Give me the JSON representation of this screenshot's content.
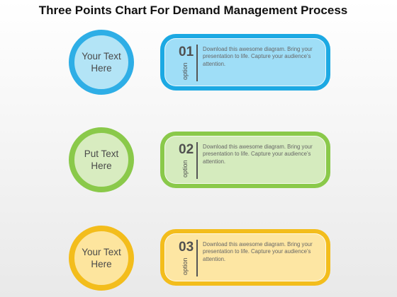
{
  "title": "Three Points Chart For Demand Management Process",
  "items": [
    {
      "circle_text": "Your Text\nHere",
      "number": "01",
      "option_label": "option",
      "description": "Download this awesome diagram. Bring your presentation to life. Capture your audience’s attention.",
      "color": "#1ca9e3"
    },
    {
      "circle_text": "Put Text\nHere",
      "number": "02",
      "option_label": "option",
      "description": "Download this awesome diagram. Bring your presentation to life. Capture your audience’s attention.",
      "color": "#8ac94a"
    },
    {
      "circle_text": "Your Text\nHere",
      "number": "03",
      "option_label": "option",
      "description": "Download this awesome diagram. Bring your presentation to life. Capture your audience’s attention.",
      "color": "#f3bd1c"
    }
  ]
}
